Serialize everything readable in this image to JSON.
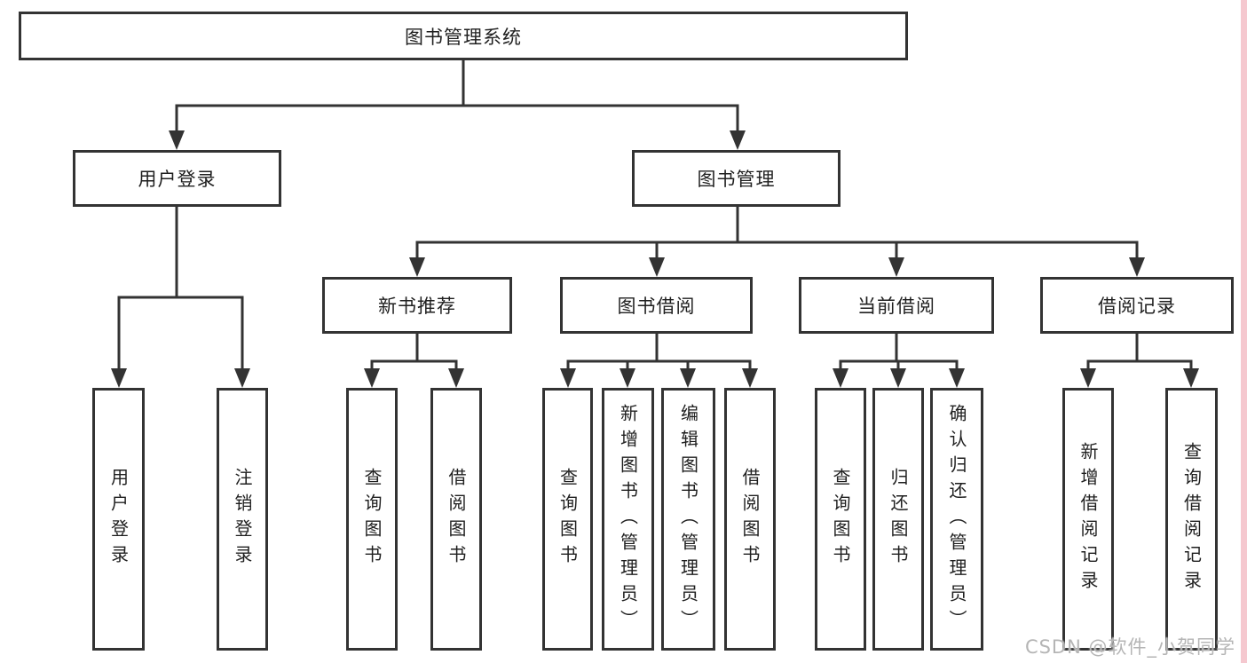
{
  "diagram": {
    "root": {
      "label": "图书管理系统"
    },
    "level2": [
      {
        "label": "用户登录",
        "children": [
          {
            "label": "用户登录"
          },
          {
            "label": "注销登录"
          }
        ]
      },
      {
        "label": "图书管理"
      }
    ],
    "level3": [
      {
        "label": "新书推荐",
        "children": [
          {
            "label": "查询图书"
          },
          {
            "label": "借阅图书"
          }
        ]
      },
      {
        "label": "图书借阅",
        "children": [
          {
            "label": "查询图书"
          },
          {
            "label": "新增图书（管理员）"
          },
          {
            "label": "编辑图书（管理员）"
          },
          {
            "label": "借阅图书"
          }
        ]
      },
      {
        "label": "当前借阅",
        "children": [
          {
            "label": "查询图书"
          },
          {
            "label": "归还图书"
          },
          {
            "label": "确认归还（管理员）"
          }
        ]
      },
      {
        "label": "借阅记录",
        "children": [
          {
            "label": "新增借阅记录"
          },
          {
            "label": "查询借阅记录"
          }
        ]
      }
    ]
  },
  "watermark": {
    "text": "CSDN @软件_小贺同学"
  },
  "colors": {
    "line": "#333333",
    "box_border": "#333333",
    "background": "#ffffff",
    "text": "#1f1f1f",
    "watermark": "#b5b5b5",
    "right_edge_strip": "#f5c8cf"
  }
}
